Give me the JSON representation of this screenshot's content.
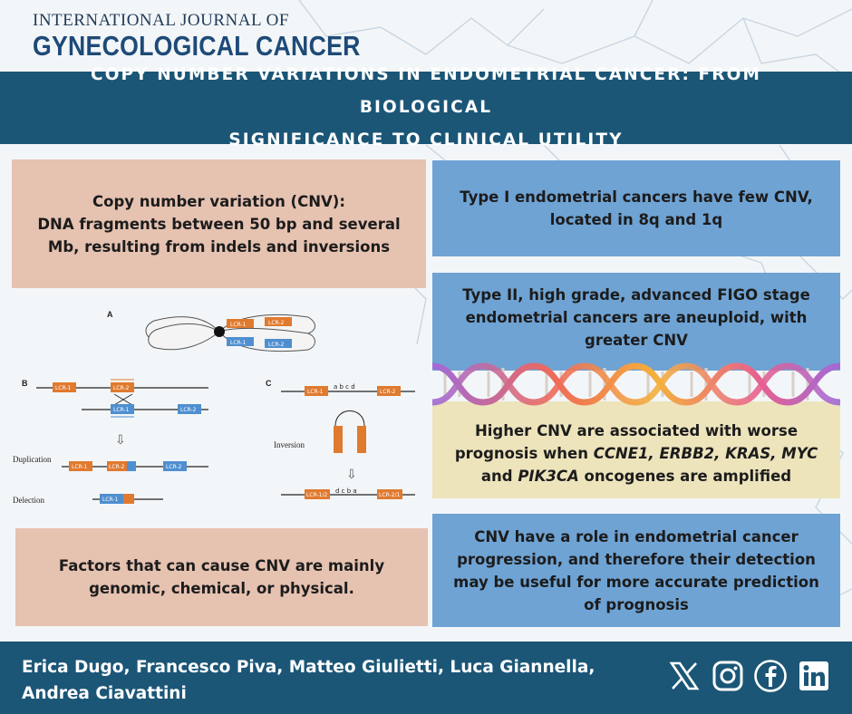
{
  "header": {
    "journal_line1": "INTERNATIONAL JOURNAL OF",
    "journal_line2": "GYNECOLOGICAL CANCER"
  },
  "title": {
    "line1": "COPY NUMBER VARIATIONS IN ENDOMETRIAL CANCER: FROM BIOLOGICAL",
    "line2": "SIGNIFICANCE TO CLINICAL UTILITY"
  },
  "boxes": {
    "cnv_definition": {
      "line1": "Copy number variation (CNV):",
      "line2": "DNA fragments between 50 bp and several",
      "line3": "Mb, resulting from indels and inversions"
    },
    "type1": {
      "line1": "Type I endometrial cancers have few CNV,",
      "line2": "located in 8q and 1q"
    },
    "type2": {
      "line1": "Type II, high grade, advanced FIGO stage",
      "line2": "endometrial cancers are aneuploid, with",
      "line3": "greater CNV"
    },
    "prognosis": {
      "line1": "Higher CNV are associated with worse",
      "line2_prefix": "prognosis when ",
      "genes1": "CCNE1, ERBB2, KRAS, MYC",
      "line3_and": "and ",
      "gene_last": "PIK3CA",
      "line3_suffix": " oncogenes are amplified"
    },
    "factors": {
      "line1": "Factors that can cause CNV are mainly",
      "line2": "genomic, chemical, or physical."
    },
    "role": {
      "line1": "CNV have a role in endometrial cancer",
      "line2": "progression, and therefore their detection",
      "line3": "may be useful for more accurate prediction",
      "line4": "of prognosis"
    }
  },
  "diagram": {
    "panel_a": "A",
    "panel_b": "B",
    "panel_c": "C",
    "lcr1": "LCR-1",
    "lcr2": "LCR-2",
    "lcr12": "LCR-1/2",
    "lcr21": "LCR-2/1",
    "duplication": "Duplication",
    "delection": "Delection",
    "inversion": "Inversion",
    "letters_fwd": "a  b  c  d",
    "letters_rev": "d  c  b  a",
    "arrow_down": "⇩"
  },
  "footer": {
    "authors_line1": "Erica Dugo, Francesco Piva, Matteo Giulietti, Luca Giannella,",
    "authors_line2": "Andrea Ciavattini",
    "icons": [
      "x-icon",
      "instagram-icon",
      "facebook-icon",
      "linkedin-icon"
    ]
  },
  "colors": {
    "band": "#1b5677",
    "pink": "#e6c2b1",
    "blue": "#6fa3d4",
    "cream": "#ede4bc",
    "lcr_orange": "#e07a2f",
    "lcr_blue": "#4f8fd0"
  }
}
